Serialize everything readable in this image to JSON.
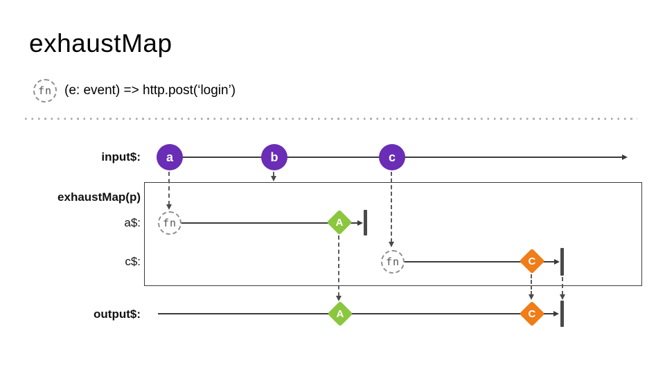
{
  "title": "exhaustMap",
  "legend": {
    "fn_label": "fn",
    "formula": "(e: event) => http.post(‘login’)"
  },
  "diagram": {
    "rows": {
      "input_label": "input$:",
      "operator_label": "exhaustMap(p)",
      "inner_a_label": "a$:",
      "inner_c_label": "c$:",
      "output_label": "output$:"
    },
    "marbles": {
      "fn_label": "fn",
      "input": [
        "a",
        "b",
        "c"
      ],
      "inner_a": [
        "A"
      ],
      "inner_c": [
        "C"
      ],
      "output": [
        "A",
        "C"
      ]
    }
  },
  "colors": {
    "purple": "#6a2db5",
    "green": "#8bc63f",
    "orange": "#ef7d18",
    "line": "#3a3a3a",
    "complete_bar": "#4a4a4a"
  }
}
